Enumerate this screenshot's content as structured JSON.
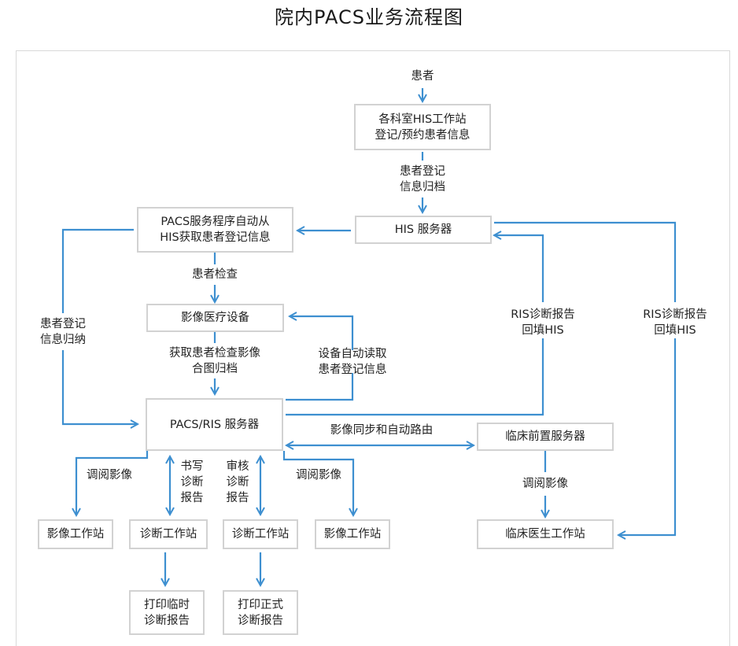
{
  "title": "院内PACS业务流程图",
  "nodes": {
    "patient": "患者",
    "his_workstation": [
      "各科室HIS工作站",
      "登记/预约患者信息"
    ],
    "his_server": "HIS 服务器",
    "pacs_auto": [
      "PACS服务程序自动从",
      "HIS获取患者登记信息"
    ],
    "imaging_device": "影像医疗设备",
    "pacs_ris_server": "PACS/RIS 服务器",
    "clinical_front_server": "临床前置服务器",
    "image_ws_left": "影像工作站",
    "diag_ws_1": "诊断工作站",
    "diag_ws_2": "诊断工作站",
    "image_ws_right": "影像工作站",
    "clinical_doctor_ws": "临床医生工作站",
    "print_temp": [
      "打印临时",
      "诊断报告"
    ],
    "print_formal": [
      "打印正式",
      "诊断报告"
    ]
  },
  "labels": {
    "archive": [
      "患者登记",
      "信息归档"
    ],
    "exam": "患者检查",
    "collect": [
      "患者登记",
      "信息归纳"
    ],
    "get_images": [
      "获取患者检查影像",
      "合图归档"
    ],
    "device_read": [
      "设备自动读取",
      "患者登记信息"
    ],
    "ris_back_1": [
      "RIS诊断报告",
      "回填HIS"
    ],
    "ris_back_2": [
      "RIS诊断报告",
      "回填HIS"
    ],
    "sync": "影像同步和自动路由",
    "view_left": "调阅影像",
    "write": [
      "书写",
      "诊断",
      "报告"
    ],
    "review": [
      "审核",
      "诊断",
      "报告"
    ],
    "view_right": "调阅影像",
    "view_clinical": "调阅影像"
  },
  "colors": {
    "arrow": "#3d8fd0",
    "box_border": "#d2d2d2"
  }
}
